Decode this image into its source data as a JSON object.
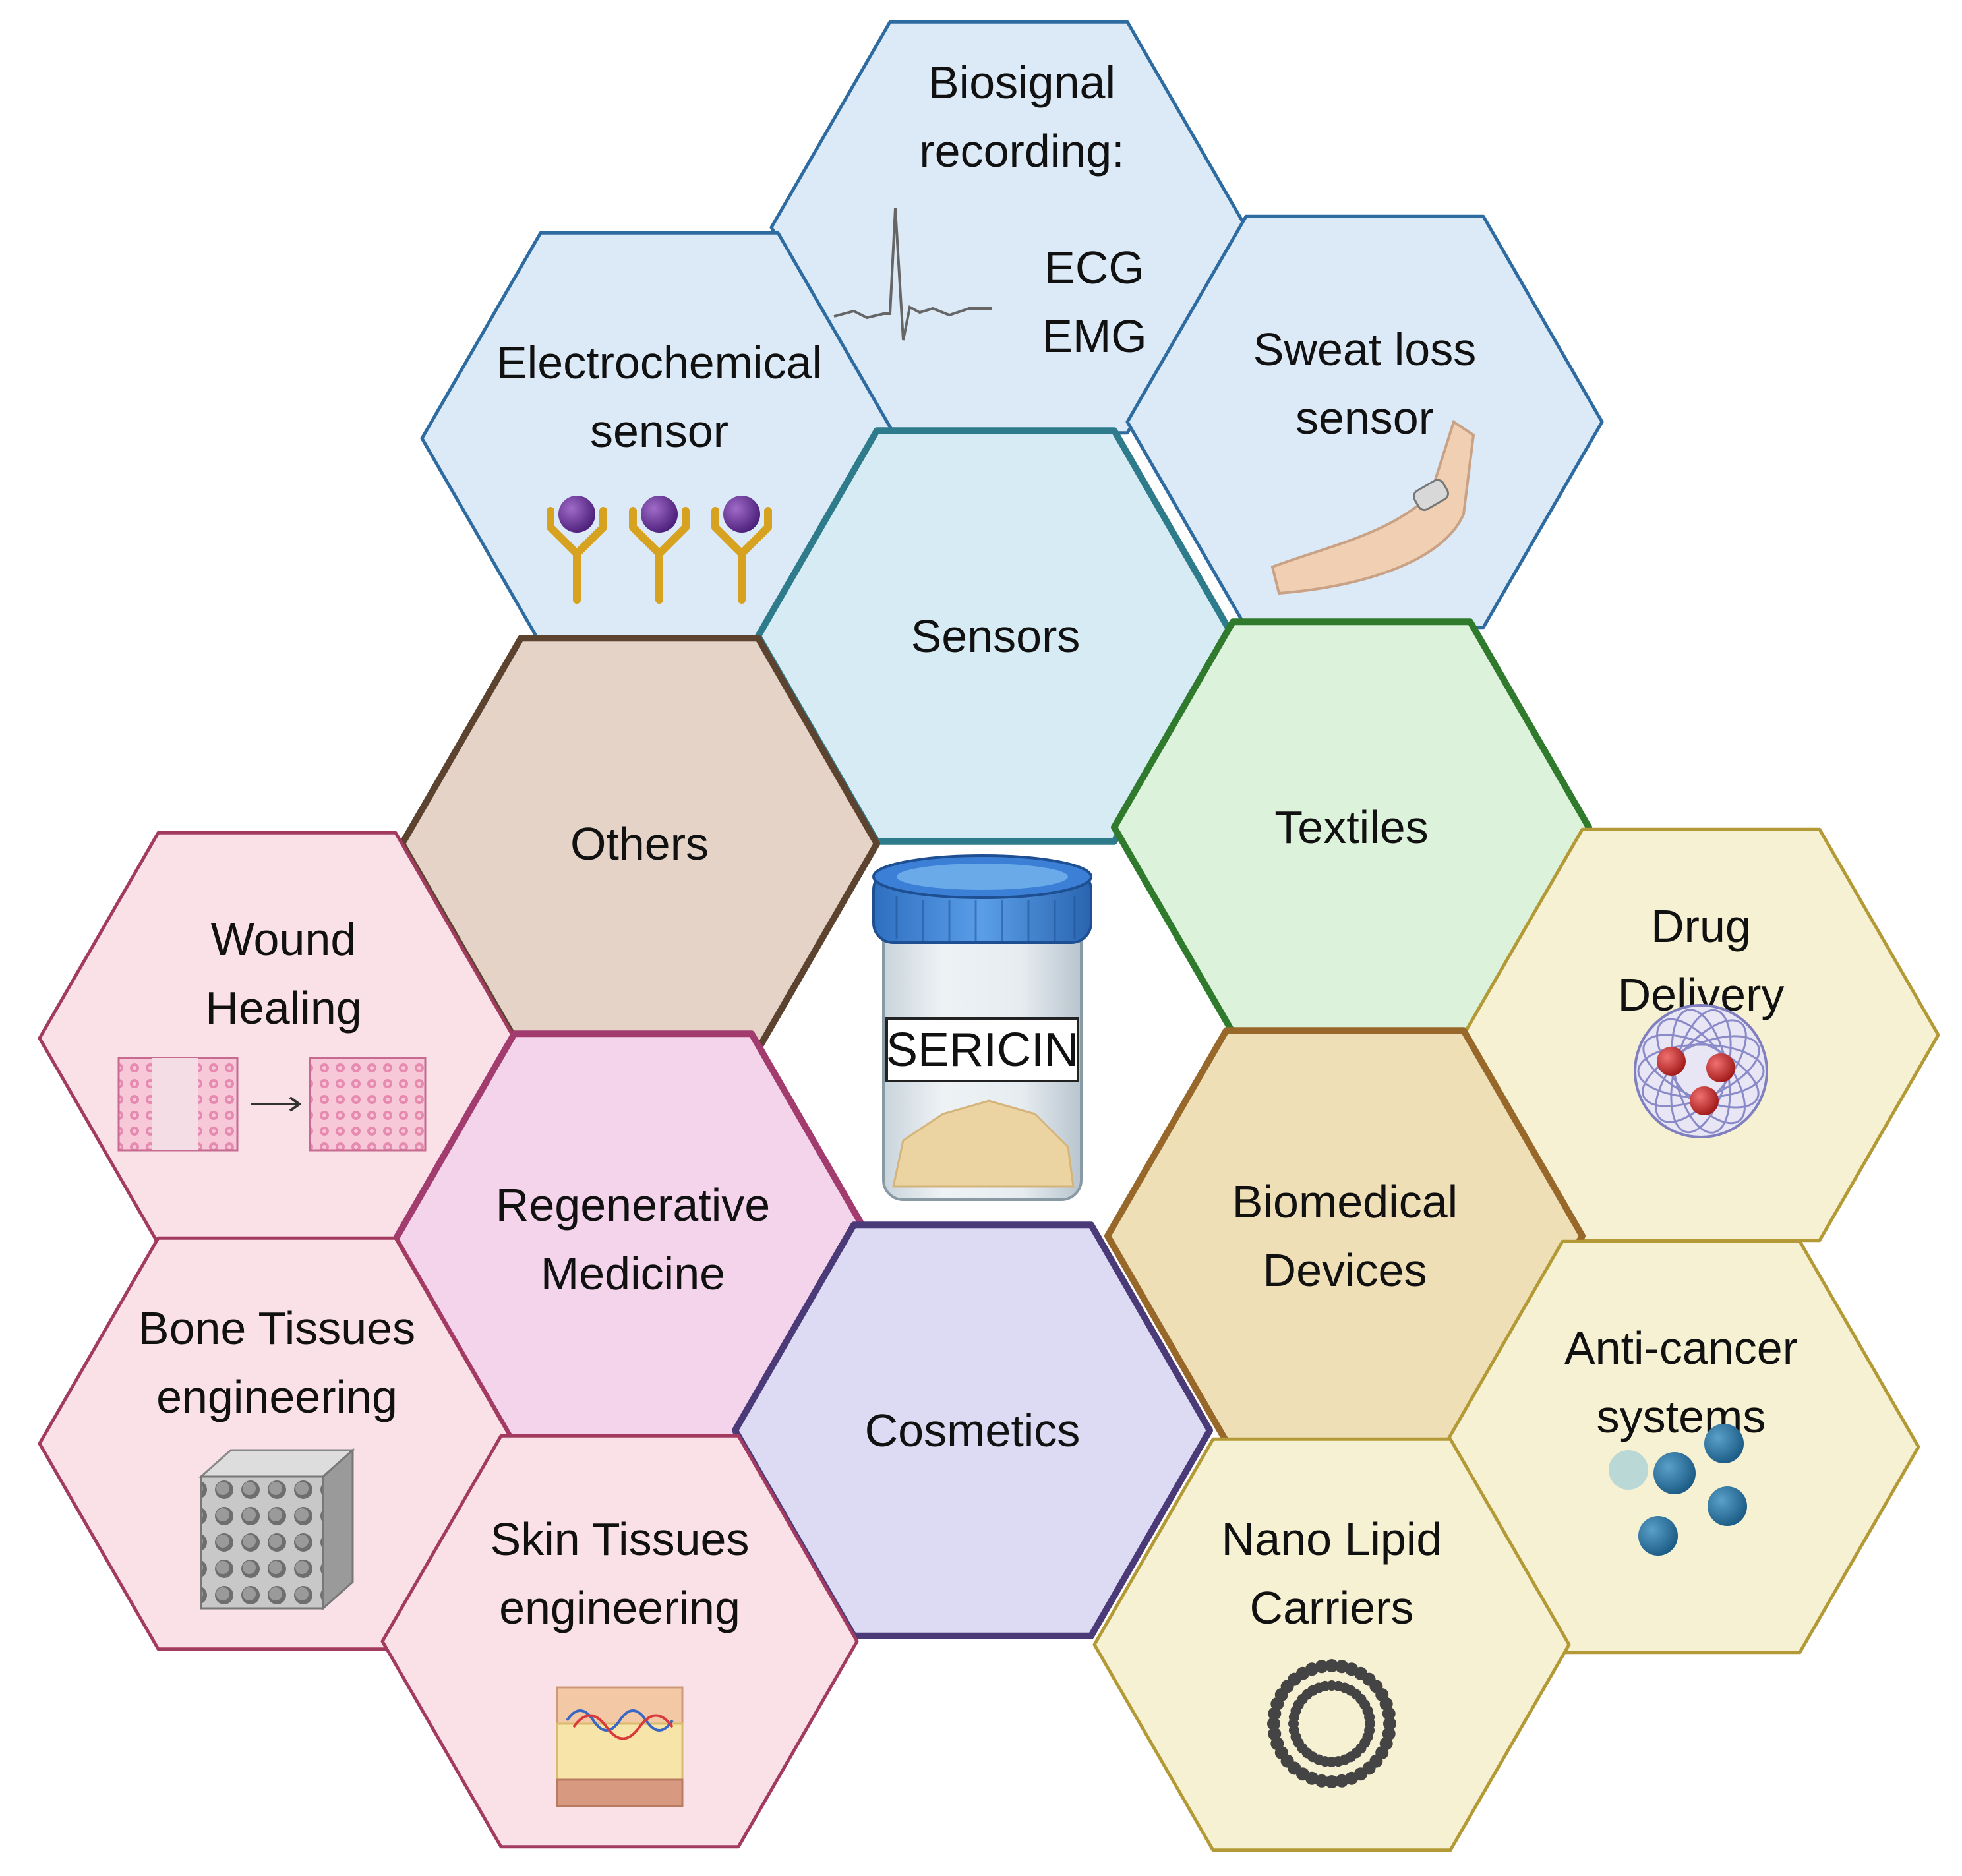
{
  "center": {
    "label": "SERICIN"
  },
  "hexagons": [
    {
      "id": "biosignal-recording",
      "lines": [
        "Biosignal",
        "recording:"
      ],
      "extra_lines": [
        "ECG",
        "EMG"
      ],
      "fill": "#dceaf7",
      "stroke": "#2e6ba0",
      "icon": "ecg-waveform-icon"
    },
    {
      "id": "electrochemical-sensor",
      "lines": [
        "Electrochemical",
        "sensor"
      ],
      "fill": "#dceaf7",
      "stroke": "#2e6ba0",
      "icon": "antibody-icon"
    },
    {
      "id": "sweat-loss-sensor",
      "lines": [
        "Sweat loss",
        "sensor"
      ],
      "fill": "#dceaf7",
      "stroke": "#2e6ba0",
      "icon": "arm-patch-icon"
    },
    {
      "id": "sensors",
      "lines": [
        "Sensors"
      ],
      "fill": "#d6ebf3",
      "stroke": "#2e7b8c",
      "icon": ""
    },
    {
      "id": "others",
      "lines": [
        "Others"
      ],
      "fill": "#e4d3c6",
      "stroke": "#5c4330",
      "icon": ""
    },
    {
      "id": "textiles",
      "lines": [
        "Textiles"
      ],
      "fill": "#dcf2da",
      "stroke": "#2f7a2c",
      "icon": ""
    },
    {
      "id": "wound-healing",
      "lines": [
        "Wound",
        "Healing"
      ],
      "fill": "#fae1e8",
      "stroke": "#a23b5f",
      "icon": "wound-healing-icon"
    },
    {
      "id": "drug-delivery",
      "lines": [
        "Drug",
        "Delivery"
      ],
      "fill": "#f6f1d3",
      "stroke": "#b39a36",
      "icon": "nanoparticle-icon"
    },
    {
      "id": "regenerative-medicine",
      "lines": [
        "Regenerative",
        "Medicine"
      ],
      "fill": "#f4d4ea",
      "stroke": "#a23b6e",
      "icon": ""
    },
    {
      "id": "biomedical-devices",
      "lines": [
        "Biomedical",
        "Devices"
      ],
      "fill": "#efdfb6",
      "stroke": "#98672a",
      "icon": ""
    },
    {
      "id": "bone-tissues-engineering",
      "lines": [
        "Bone Tissues",
        "engineering"
      ],
      "fill": "#fae1e8",
      "stroke": "#a23b5f",
      "icon": "bone-scaffold-icon"
    },
    {
      "id": "cosmetics",
      "lines": [
        "Cosmetics"
      ],
      "fill": "#dddaf3",
      "stroke": "#4a3a78",
      "icon": ""
    },
    {
      "id": "anti-cancer-systems",
      "lines": [
        "Anti-cancer",
        "systems"
      ],
      "fill": "#f6f1d3",
      "stroke": "#b39a36",
      "icon": "particles-icon"
    },
    {
      "id": "skin-tissues-engineering",
      "lines": [
        "Skin Tissues",
        "engineering"
      ],
      "fill": "#fae1e8",
      "stroke": "#a23b5f",
      "icon": "skin-layers-icon"
    },
    {
      "id": "nano-lipid-carriers",
      "lines": [
        "Nano Lipid",
        "Carriers"
      ],
      "fill": "#f6f1d3",
      "stroke": "#b39a36",
      "icon": "liposome-icon"
    }
  ]
}
